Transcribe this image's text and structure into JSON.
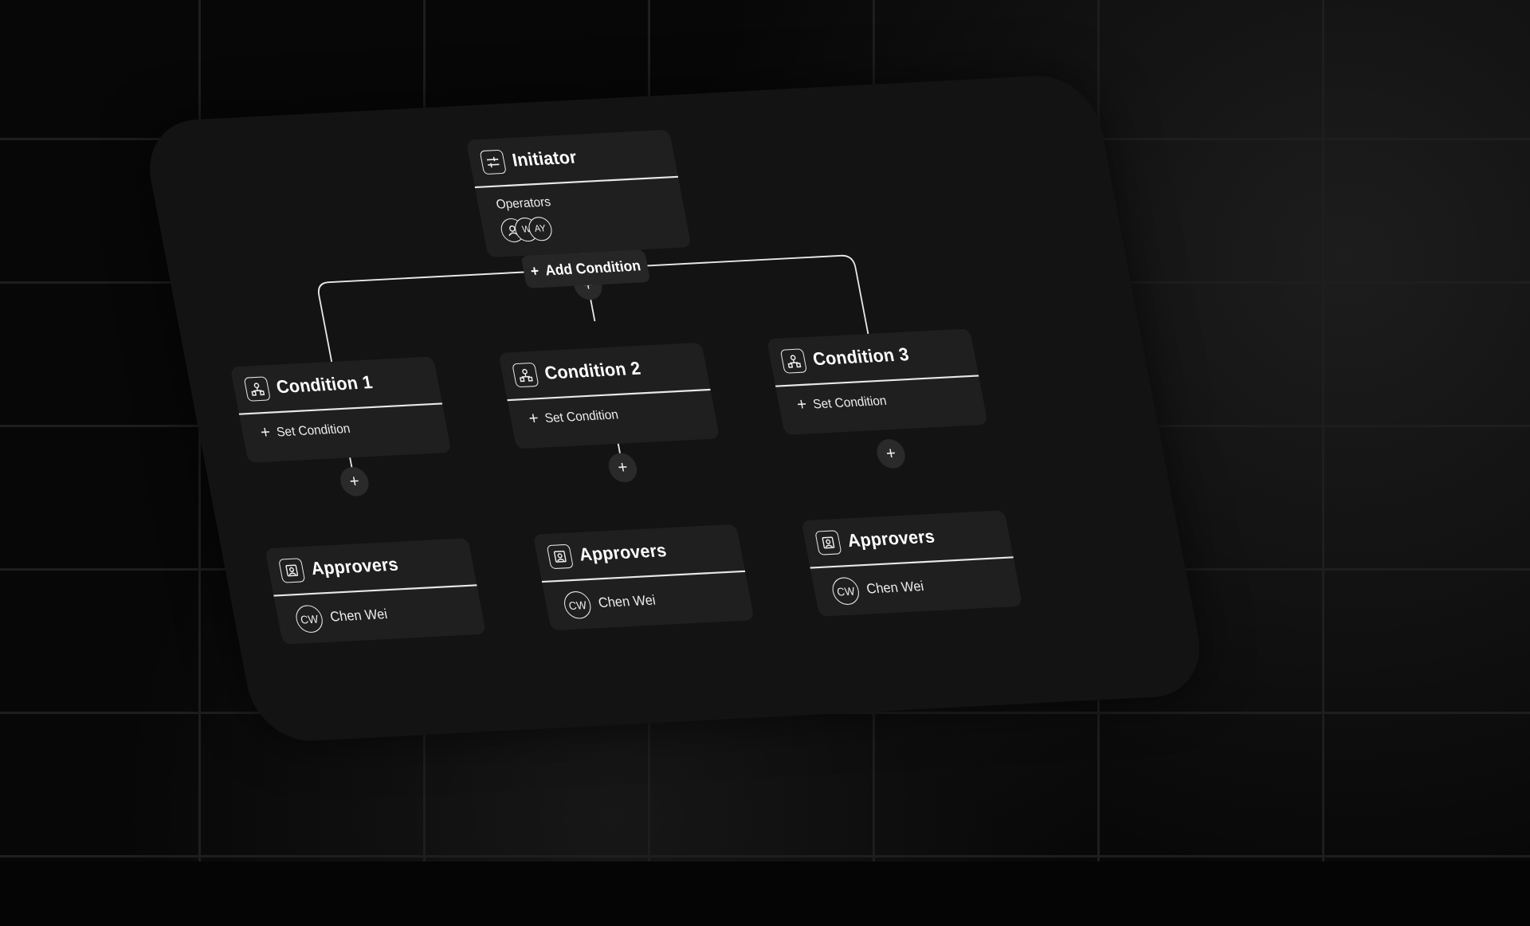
{
  "initiator": {
    "title": "Initiator",
    "label": "Operators",
    "avatars": [
      "",
      "W",
      "AY"
    ]
  },
  "add_condition": {
    "label": "Add Condition",
    "plus": "+"
  },
  "conditions": [
    {
      "title": "Condition 1",
      "action": "Set Condition"
    },
    {
      "title": "Condition 2",
      "action": "Set Condition"
    },
    {
      "title": "Condition 3",
      "action": "Set Condition"
    }
  ],
  "approvers": [
    {
      "title": "Approvers",
      "initials": "CW",
      "name": "Chen Wei"
    },
    {
      "title": "Approvers",
      "initials": "CW",
      "name": "Chen Wei"
    },
    {
      "title": "Approvers",
      "initials": "CW",
      "name": "Chen Wei"
    }
  ],
  "plus_symbol": "+",
  "colors": {
    "background": "#050505",
    "panel": "#131313",
    "card": "#1f1f1f",
    "line": "#e8e8e8"
  }
}
